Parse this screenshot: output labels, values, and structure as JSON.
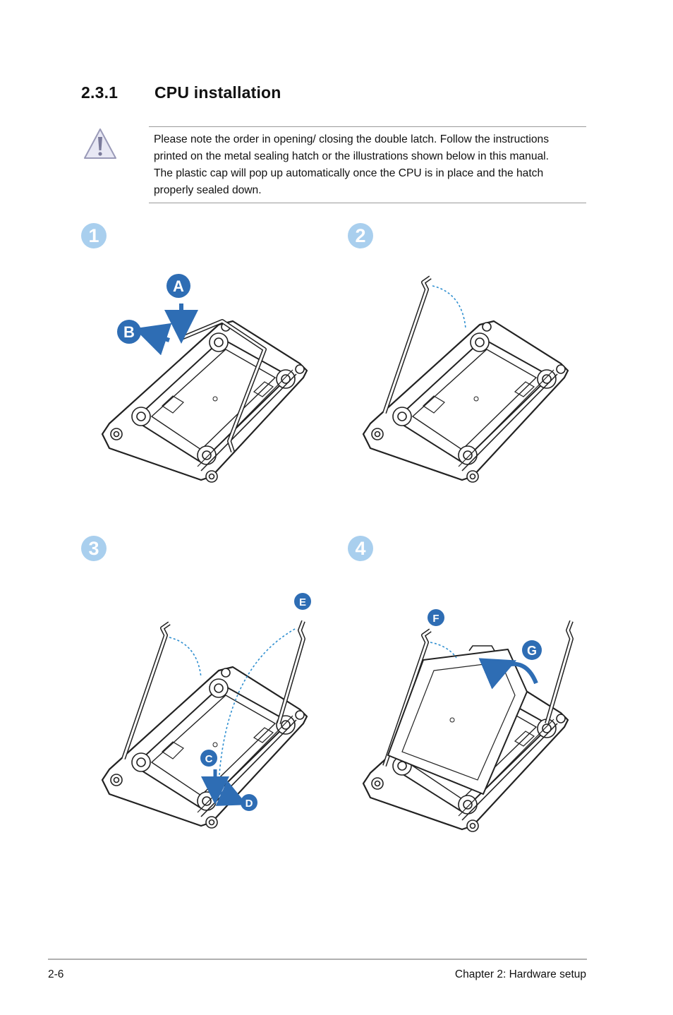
{
  "section": {
    "number": "2.3.1",
    "title": "CPU installation"
  },
  "note": {
    "icon": "warning-triangle-icon",
    "lines": [
      "Please note the order in opening/ closing the double latch. Follow the instructions",
      "printed on the metal sealing hatch or the illustrations shown below in this manual.",
      "The plastic cap will pop up automatically once the CPU is in place and the hatch",
      "properly sealed down."
    ]
  },
  "steps": [
    {
      "number": "1",
      "callouts": [
        "A",
        "B"
      ]
    },
    {
      "number": "2",
      "callouts": []
    },
    {
      "number": "3",
      "callouts": [
        "E",
        "C",
        "D"
      ]
    },
    {
      "number": "4",
      "callouts": [
        "F",
        "G"
      ]
    }
  ],
  "colors": {
    "badge": "#a9cfee",
    "callout": "#2e6db4",
    "line": "#222222",
    "arc": "#2f8fd0"
  },
  "footer": {
    "page": "2-6",
    "chapter": "Chapter 2:  Hardware setup"
  }
}
